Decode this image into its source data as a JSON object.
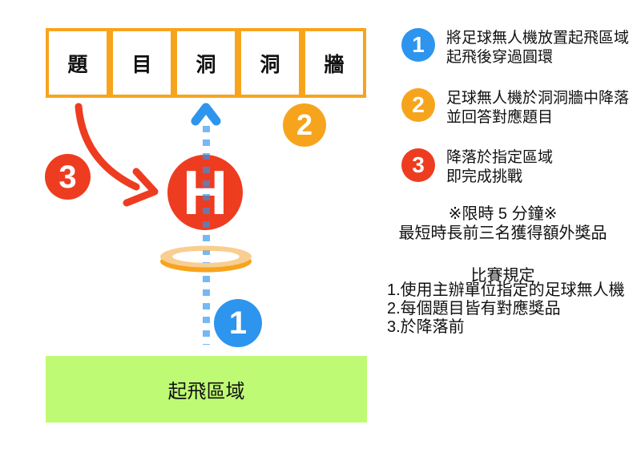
{
  "diagram": {
    "wall_cells": [
      "題",
      "目",
      "洞",
      "洞",
      "牆"
    ],
    "helipad_label": "H",
    "takeoff_zone_label": "起飛區域",
    "step_badges": {
      "one": "1",
      "two": "2",
      "three": "3"
    }
  },
  "instructions": [
    {
      "number": "1",
      "line1": "將足球無人機放置起飛區域",
      "line2": "起飛後穿過圓環"
    },
    {
      "number": "2",
      "line1": "足球無人機於洞洞牆中降落",
      "line2": "並回答對應題目"
    },
    {
      "number": "3",
      "line1": "降落於指定區域",
      "line2": "即完成挑戰"
    }
  ],
  "time_limit": {
    "line1": "※限時 5 分鐘※",
    "line2": "最短時長前三名獲得額外獎品"
  },
  "rules": {
    "title": "比賽規定",
    "items": [
      "1.使用主辦單位指定的足球無人機",
      "2.每個題目皆有對應獎品",
      "3.於降落前"
    ]
  },
  "colors": {
    "blue": "#2D95EE",
    "orange": "#F7A41D",
    "red": "#EE3C21",
    "ring_light": "#F9CE92",
    "takeoff_green": "#BFFA74",
    "dash_blue": "rgba(45,149,238,0.66)"
  }
}
